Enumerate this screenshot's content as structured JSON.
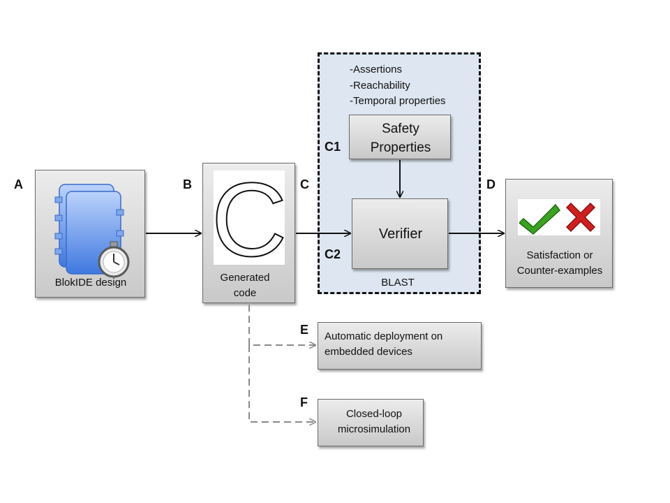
{
  "stages": {
    "a": {
      "letter": "A",
      "label": "BlokIDE design"
    },
    "b": {
      "letter": "B",
      "label_line1": "Generated",
      "label_line2": "code",
      "big_glyph": "C"
    },
    "c": {
      "letter": "C"
    },
    "c1": {
      "letter": "C1",
      "label_line1": "Safety",
      "label_line2": "Properties"
    },
    "c2": {
      "letter": "C2",
      "label": "Verifier",
      "sublabel": "BLAST"
    },
    "d": {
      "letter": "D",
      "label_line1": "Satisfaction or",
      "label_line2": "Counter-examples"
    },
    "e": {
      "letter": "E",
      "label_line1": "Automatic deployment on",
      "label_line2": "embedded devices"
    },
    "f": {
      "letter": "F",
      "label_line1": "Closed-loop",
      "label_line2": "microsimulation"
    }
  },
  "properties_list": [
    "-Assertions",
    "-Reachability",
    "-Temporal properties"
  ],
  "colors": {
    "region_fill": "#dde6f1",
    "check": "#3aa21f",
    "cross": "#d11f1f",
    "ide_blue": "#5b8fe8",
    "dashed_arrow": "#8a8a8a"
  },
  "icons": [
    "ide-window-icon",
    "stopwatch-icon",
    "checkmark-icon",
    "cross-icon"
  ]
}
